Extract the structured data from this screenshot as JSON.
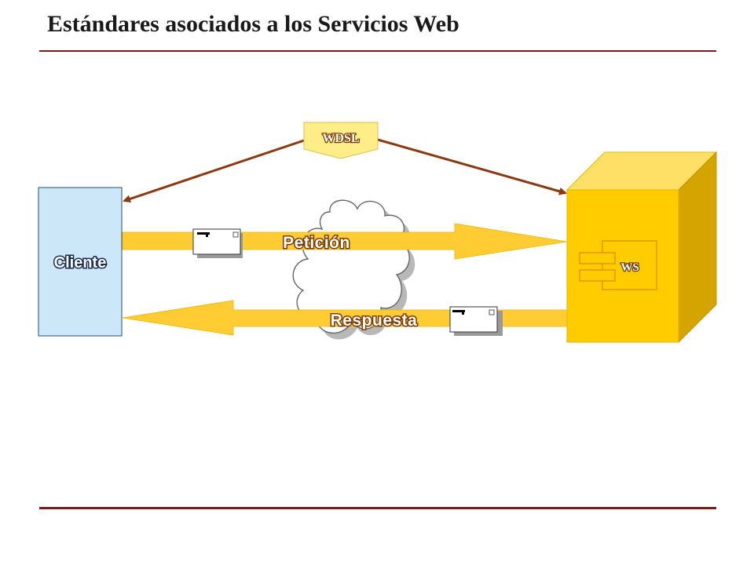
{
  "slide": {
    "title": "Estándares asociados a los Servicios Web"
  },
  "diagram": {
    "client_label": "Cliente",
    "server_component_label": "WS",
    "wsdl_label": "WDSL",
    "request_label": "Petición",
    "response_label": "Respuesta"
  },
  "colors": {
    "title_rule": "#7a1a1a",
    "client_fill": "#cce8f8",
    "server_fill": "#ffcc00",
    "arrow_fill": "#ffcc33",
    "wsdl_fill": "#ffee88",
    "wsdl_link": "#8b3a10"
  },
  "icons": [
    "envelope-icon",
    "cloud-icon",
    "component-icon"
  ]
}
